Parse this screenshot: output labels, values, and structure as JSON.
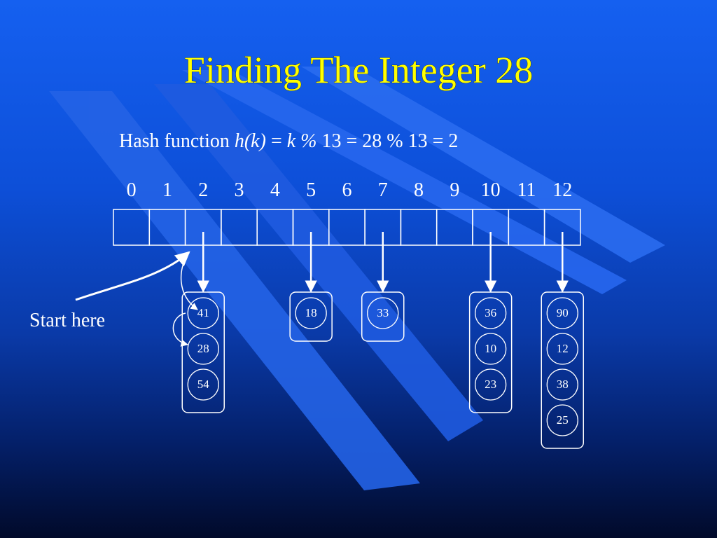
{
  "title": "Finding The Integer 28",
  "hash": {
    "prefix": "Hash function ",
    "fn": "h(k)",
    "eq1": " = ",
    "k": "k",
    "pct": " %",
    "rest": " 13 = 28 % 13 = 2"
  },
  "start_label": "Start here",
  "table": {
    "indices": [
      "0",
      "1",
      "2",
      "3",
      "4",
      "5",
      "6",
      "7",
      "8",
      "9",
      "10",
      "11",
      "12"
    ]
  },
  "chains": [
    {
      "bucket": 2,
      "values": [
        "41",
        "28",
        "54"
      ]
    },
    {
      "bucket": 5,
      "values": [
        "18"
      ]
    },
    {
      "bucket": 7,
      "values": [
        "33"
      ]
    },
    {
      "bucket": 10,
      "values": [
        "36",
        "10",
        "23"
      ]
    },
    {
      "bucket": 12,
      "values": [
        "90",
        "12",
        "38",
        "25"
      ]
    }
  ],
  "colors": {
    "title": "#ffff00",
    "text": "#ffffff",
    "stripe": "#2b6df2"
  }
}
